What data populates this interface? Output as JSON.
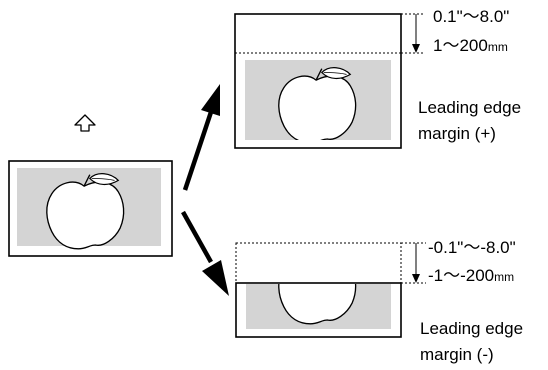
{
  "diagram": {
    "plus": {
      "range_inch": "0.1\"～8.0\"",
      "range_mm_value": "1～200",
      "range_mm_unit": "mm",
      "caption_line1": "Leading edge",
      "caption_line2": "margin (+)"
    },
    "minus": {
      "range_inch": "-0.1\"～-8.0\"",
      "range_mm_value": "-1～-200",
      "range_mm_unit": "mm",
      "caption_line1": "Leading edge",
      "caption_line2": "margin (-)"
    },
    "colors": {
      "image_fill": "#d4d4d4",
      "stroke": "#000000"
    },
    "icons": [
      "feed-direction-arrow-icon",
      "apple-icon"
    ]
  }
}
